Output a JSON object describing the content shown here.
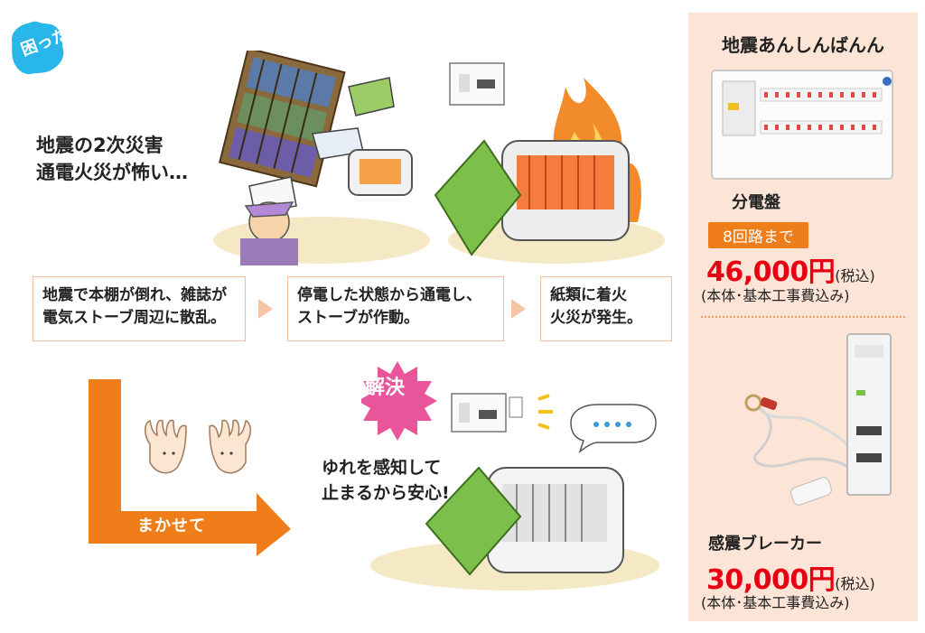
{
  "badge": {
    "text": "困った"
  },
  "headline": {
    "line1": "地震の2次災害",
    "line2": "通電火災が怖い…"
  },
  "steps": [
    {
      "line1": "地震で本棚が倒れ、雑誌が",
      "line2": "電気ストーブ周辺に散乱。"
    },
    {
      "line1": "停電した状態から通電し、",
      "line2": "ストーブが作動。"
    },
    {
      "line1": "紙類に着火",
      "line2": "火災が発生。"
    }
  ],
  "makasete": {
    "label": "まかせて"
  },
  "solution": {
    "badge": "解決",
    "line1": "ゆれを感知して",
    "line2": "止まるから安心!"
  },
  "panel": {
    "title": "地震あんしんばんん",
    "product1": {
      "name": "分電盤",
      "tag": "8回路まで",
      "price": "46,000円",
      "tax": "(税込)",
      "note": "(本体･基本工事費込み)"
    },
    "product2": {
      "name": "感震ブレーカー",
      "price": "30,000円",
      "tax": "(税込)",
      "note": "(本体･基本工事費込み)"
    }
  },
  "colors": {
    "accent_orange": "#ef7d1a",
    "price_red": "#e60012",
    "panel_bg": "#fce4d6",
    "badge_blue": "#29b6e8",
    "solve_pink": "#e8559a"
  }
}
